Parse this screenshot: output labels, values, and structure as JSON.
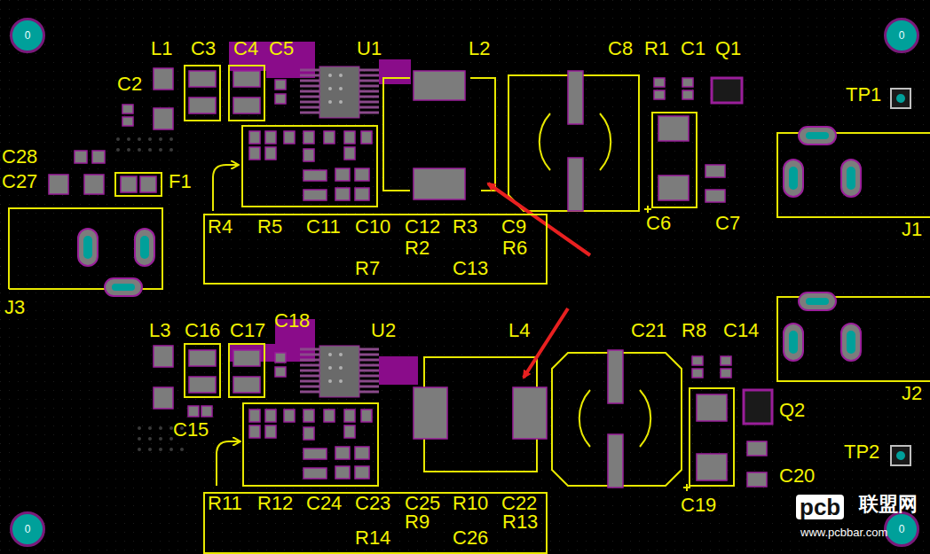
{
  "diagram": {
    "nodes": [
      {
        "text": [
          "0"
        ]
      },
      {
        "text": [
          "0"
        ]
      },
      {
        "text": [
          "R4",
          "R5",
          "C11",
          "C10",
          "C12",
          "R3",
          "C9",
          "R2",
          "R6",
          "R7",
          "C13"
        ]
      },
      {
        "text": [
          "R11",
          "R12",
          "C24",
          "C23",
          "C25",
          "R10",
          "C22",
          "R9",
          "R13",
          "R14",
          "C26"
        ]
      },
      {
        "text": [
          "0"
        ]
      },
      {
        "text": [
          "0"
        ]
      }
    ],
    "labels": [
      "L1",
      "C3",
      "C4",
      "C5",
      "U1",
      "L2",
      "C8",
      "R1",
      "C1",
      "Q1",
      "C2",
      "TP1",
      "C28",
      "C27",
      "F1",
      "C6",
      "C7",
      "J1",
      "J3",
      "L3",
      "C16",
      "C17",
      "C18",
      "U2",
      "L4",
      "C21",
      "R8",
      "C14",
      "J2",
      "Q2",
      "C15",
      "TP2",
      "C20",
      "C19",
      "pcb",
      "联盟网",
      "www.pcbbar.com"
    ]
  }
}
